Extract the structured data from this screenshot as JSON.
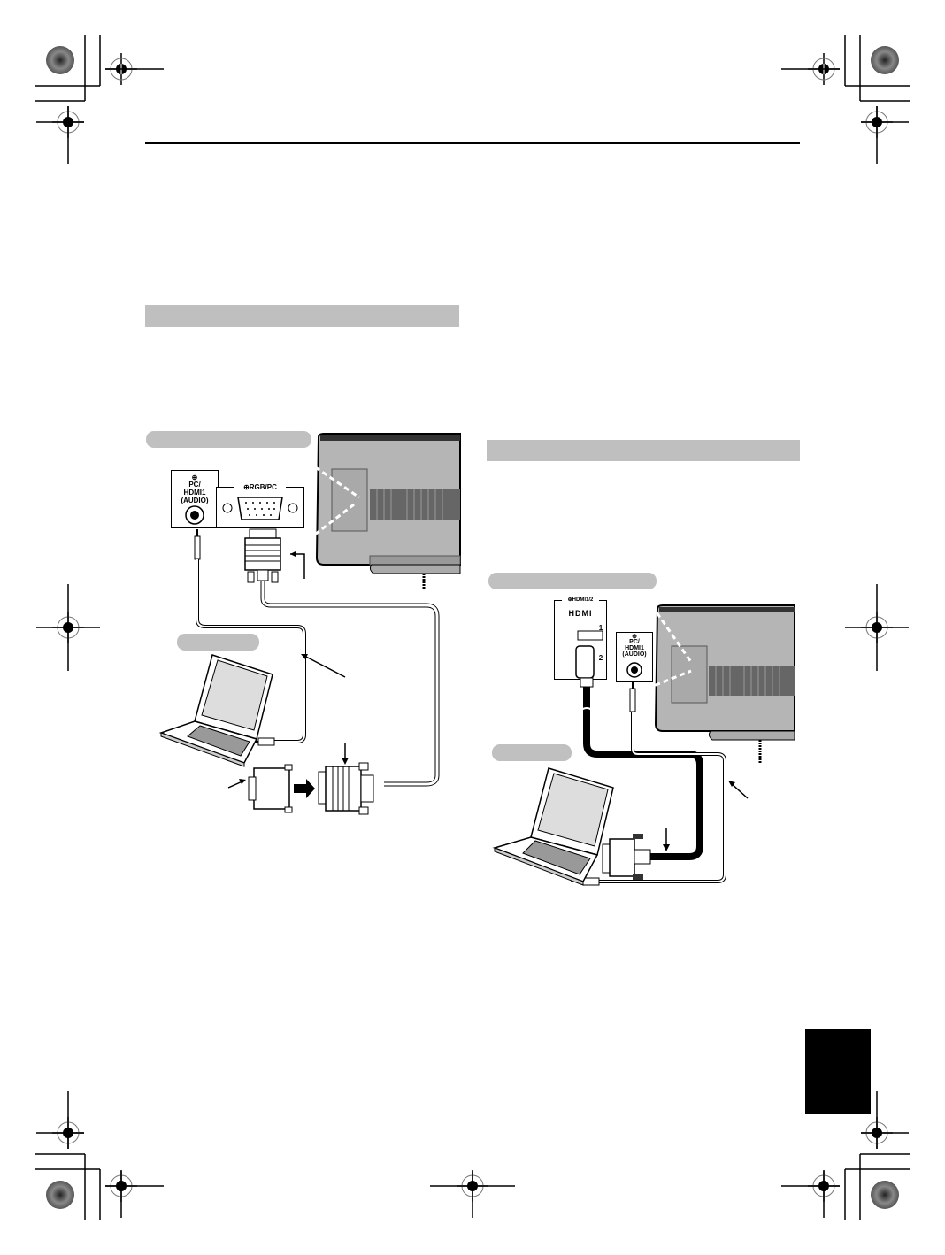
{
  "page": {
    "layout": "manual-page-connection-diagrams",
    "thumb_tab_color": "#000000",
    "section_bar_color": "#bfbfbf",
    "label_pill_color": "#c0c0c0"
  },
  "left_diagram": {
    "audio_panel": {
      "icon": "input-arrow-icon",
      "label_line1": "PC/",
      "label_line2": "HDMI1",
      "label_line3": "(AUDIO)"
    },
    "rgb_panel": {
      "icon": "input-arrow-icon",
      "label": "RGB/PC"
    }
  },
  "right_diagram": {
    "hdmi_panel": {
      "icon": "input-arrow-icon",
      "label": "HDMI1/2",
      "logo": "HDMI",
      "port1": "1",
      "port2": "2"
    },
    "audio_panel": {
      "icon": "input-arrow-icon",
      "label_line1": "PC/",
      "label_line2": "HDMI1",
      "label_line3": "(AUDIO)"
    }
  }
}
